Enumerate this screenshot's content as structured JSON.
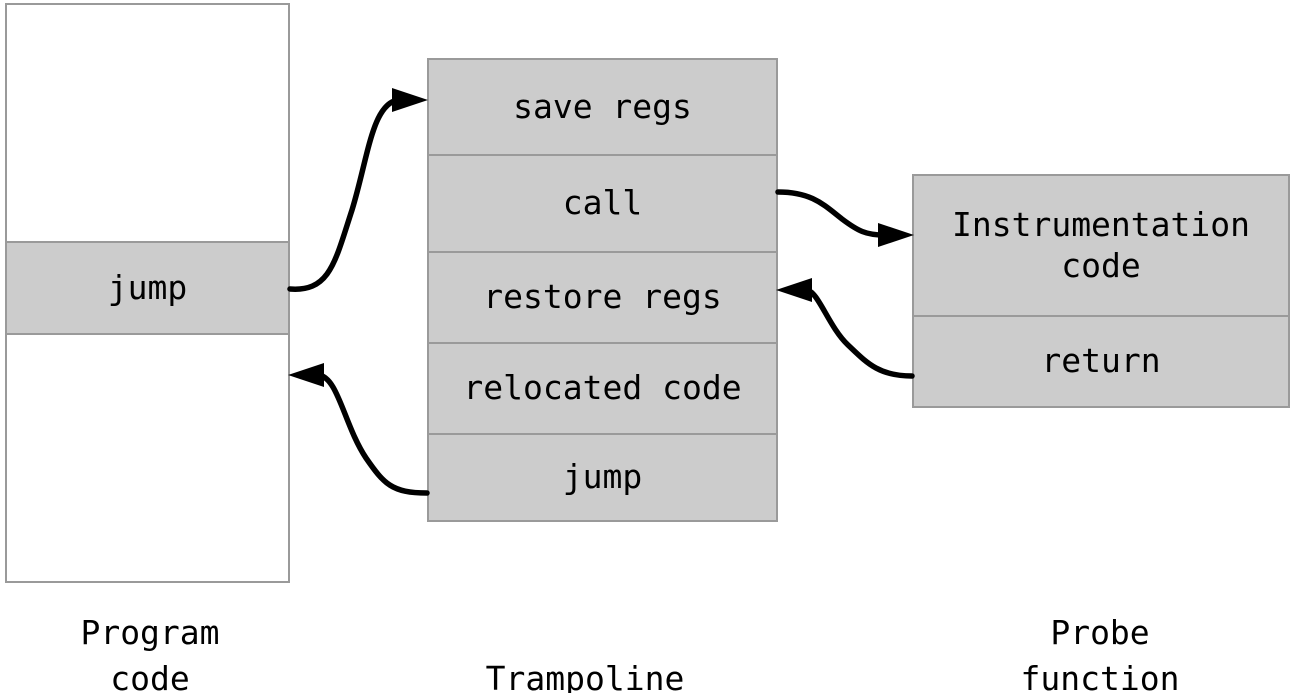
{
  "diagram": {
    "title": "Dynamic instrumentation trampoline diagram",
    "colors": {
      "fill_gray": "#cccccc",
      "border_gray": "#9a9a9a",
      "line_black": "#000000",
      "background": "#ffffff"
    }
  },
  "program_code": {
    "caption_line1": "Program",
    "caption_line2": "code",
    "rows": [
      {
        "label": "",
        "filled": false
      },
      {
        "label": "jump",
        "filled": true
      },
      {
        "label": "",
        "filled": false
      }
    ]
  },
  "trampoline": {
    "caption_line1": "",
    "caption_line2": "Trampoline",
    "rows": [
      {
        "label": "save regs",
        "filled": true
      },
      {
        "label": "call",
        "filled": true
      },
      {
        "label": "restore regs",
        "filled": true
      },
      {
        "label": "relocated code",
        "filled": true
      },
      {
        "label": "jump",
        "filled": true
      }
    ]
  },
  "probe_function": {
    "caption_line1": "Probe",
    "caption_line2": "function",
    "rows": [
      {
        "label": "Instrumentation\ncode",
        "filled": true
      },
      {
        "label": "return",
        "filled": true
      }
    ]
  },
  "arrows": [
    {
      "name": "jump-to-trampoline",
      "from": "program_code.jump",
      "to": "trampoline.save regs"
    },
    {
      "name": "call-to-probe",
      "from": "trampoline.call",
      "to": "probe_function.Instrumentation code"
    },
    {
      "name": "return-to-trampoline",
      "from": "probe_function.return",
      "to": "trampoline.restore regs"
    },
    {
      "name": "trampoline-jump-back",
      "from": "trampoline.jump",
      "to": "program_code.after jump"
    }
  ]
}
